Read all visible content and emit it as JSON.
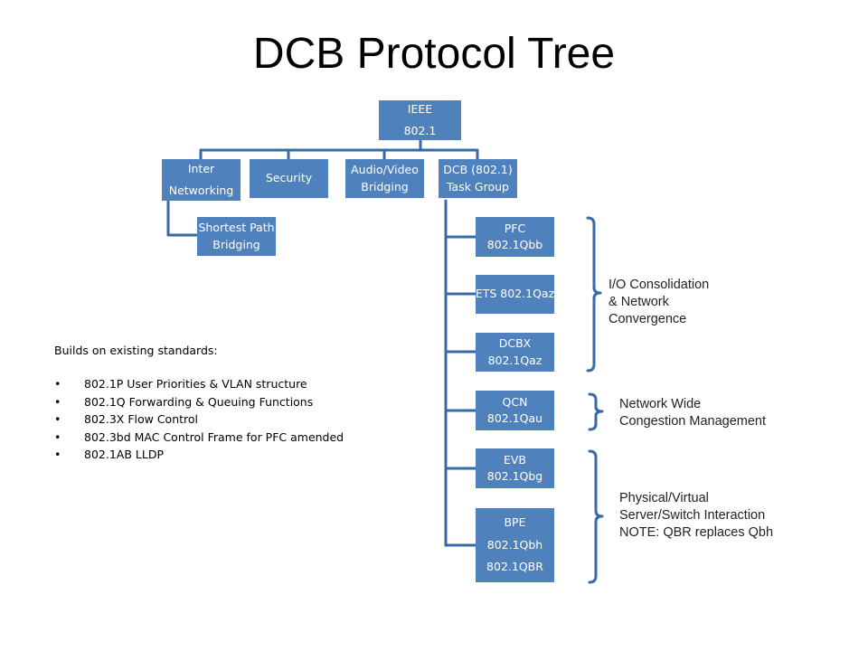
{
  "title": "DCB Protocol Tree",
  "colors": {
    "box_fill": "#4f81bd",
    "connector": "#3a69a8",
    "box_text": "#ffffff"
  },
  "tree": {
    "root": {
      "lines": [
        "IEEE",
        "802.1"
      ]
    },
    "level1": [
      {
        "lines": [
          "Inter",
          "Networking"
        ]
      },
      {
        "lines": [
          "Security"
        ]
      },
      {
        "lines": [
          "Audio/Video",
          "Bridging"
        ]
      },
      {
        "lines": [
          "DCB (802.1)",
          "Task Group"
        ]
      }
    ],
    "spb": {
      "lines": [
        "Shortest Path",
        "Bridging"
      ]
    },
    "dcb_children": [
      {
        "lines": [
          "PFC",
          "802.1Qbb"
        ]
      },
      {
        "lines": [
          "ETS 802.1Qaz"
        ]
      },
      {
        "lines": [
          "DCBX",
          "802.1Qaz"
        ]
      },
      {
        "lines": [
          "QCN",
          "802.1Qau"
        ]
      },
      {
        "lines": [
          "EVB",
          "802.1Qbg"
        ]
      },
      {
        "lines": [
          "BPE",
          "802.1Qbh",
          "802.1QBR"
        ]
      }
    ]
  },
  "groups": [
    {
      "lines": [
        "I/O Consolidation",
        "& Network",
        "Convergence"
      ]
    },
    {
      "lines": [
        "Network Wide",
        "Congestion Management"
      ]
    },
    {
      "lines": [
        "Physical/Virtual",
        "Server/Switch Interaction",
        "NOTE: QBR replaces Qbh"
      ]
    }
  ],
  "notes": {
    "intro": "Builds on existing standards:",
    "bullet": "•",
    "items": [
      "802.1P User Priorities & VLAN structure",
      "802.1Q Forwarding & Queuing Functions",
      "802.3X Flow Control",
      "802.3bd MAC Control Frame for PFC amended",
      "802.1AB LLDP"
    ]
  }
}
